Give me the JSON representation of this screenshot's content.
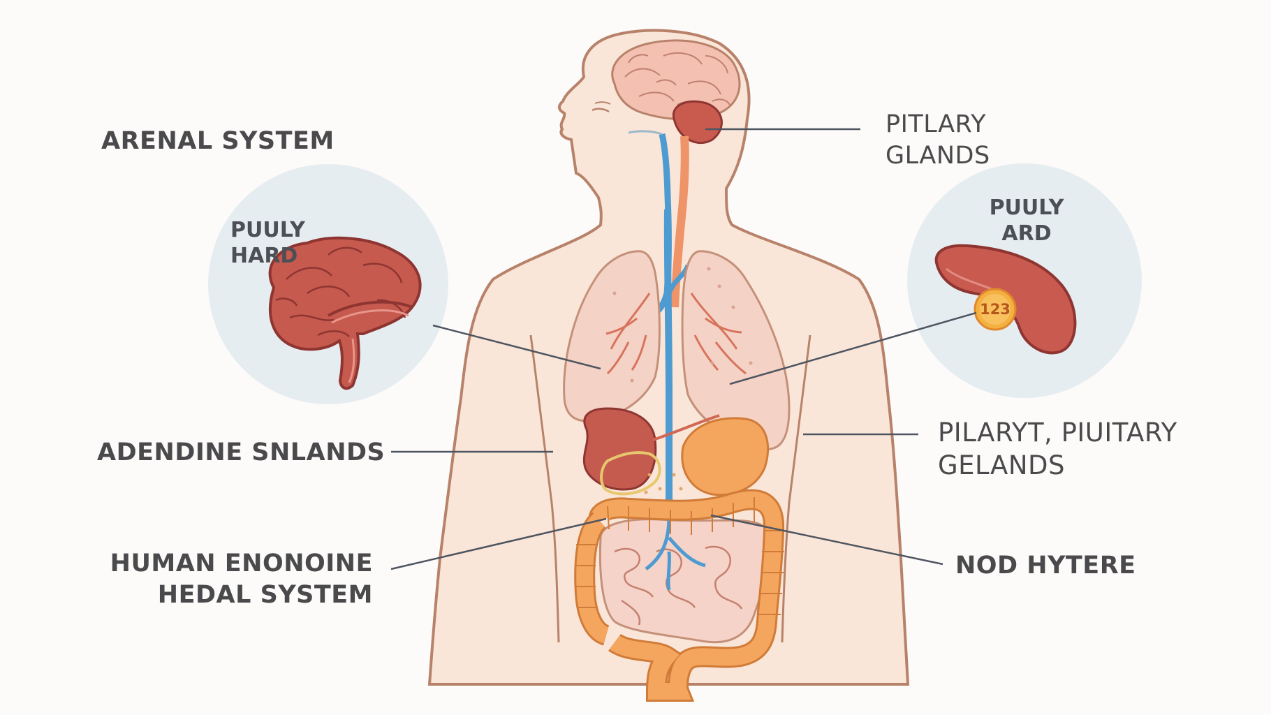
{
  "labels": {
    "arenal_system": "ARENAL SYSTEM",
    "pitlary_glands": [
      "PITLARY",
      "GLANDS"
    ],
    "adendine_snlands": "ADENDINE SNLANDS",
    "pilaryt_piuitary": [
      "PILARYT, PIUITARY",
      "GELANDS"
    ],
    "human_enonoine": [
      "HUMAN ENONOINE",
      "HEDAL SYSTEM"
    ],
    "nod_hytere": "NOD HYTERE"
  },
  "insets": {
    "left": {
      "label": [
        "PUULY",
        "HARD"
      ],
      "icon": "brain-organ-icon"
    },
    "right": {
      "label": [
        "PUULY",
        "ARD"
      ],
      "icon": "kidney-organ-icon",
      "badge": "123"
    }
  },
  "colors": {
    "background": "#fcfbfa",
    "skin": "#f9e6d8",
    "outline": "#b8826a",
    "organ_red": "#c55a4e",
    "lung_pink": "#f4d2c6",
    "intestine_orange": "#f4a55e",
    "vessel_blue": "#4d9bd1",
    "inset_circle": "#e6edf1",
    "leader_line": "#4e5560",
    "text": "#4a4a4c"
  }
}
